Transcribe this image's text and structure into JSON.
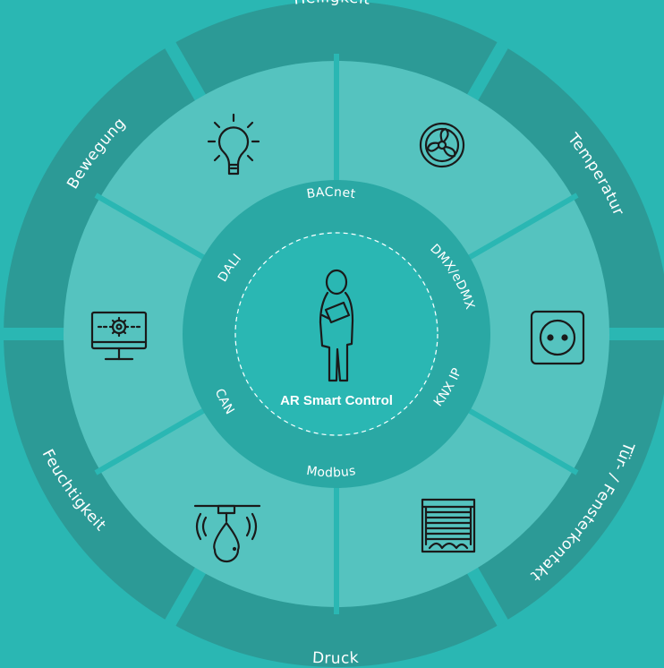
{
  "colors": {
    "background": "#2ab7b3",
    "outer_ring": "#2c9a96",
    "segments": "#55c3bf",
    "divider": "#2ab7b3",
    "inner_ring": "#2aa8a4",
    "core": "#2ab7b3",
    "icon_stroke": "#1a1a1a",
    "text": "#ffffff"
  },
  "outer_ring": {
    "helligkeit": "Helligkeit",
    "temperatur": "Temperatur",
    "tuer_fensterkontakt": "Tür- / Fensterkontakt",
    "druck": "Druck",
    "feuchtigkeit": "Feuchtigkeit",
    "bewegung": "Bewegung"
  },
  "protocols": {
    "bacnet": "BACnet",
    "dmx": "DMX/eDMX",
    "knx": "KNX IP",
    "modbus": "Modbus",
    "can": "CAN",
    "dali": "DALI"
  },
  "center": {
    "title": "AR Smart Control",
    "icon": "person-with-tablet-icon"
  },
  "segment_icons": [
    "light-bulb-icon",
    "fan-icon",
    "power-socket-icon",
    "window-blind-icon",
    "moisture-sensor-icon",
    "monitor-settings-icon"
  ]
}
